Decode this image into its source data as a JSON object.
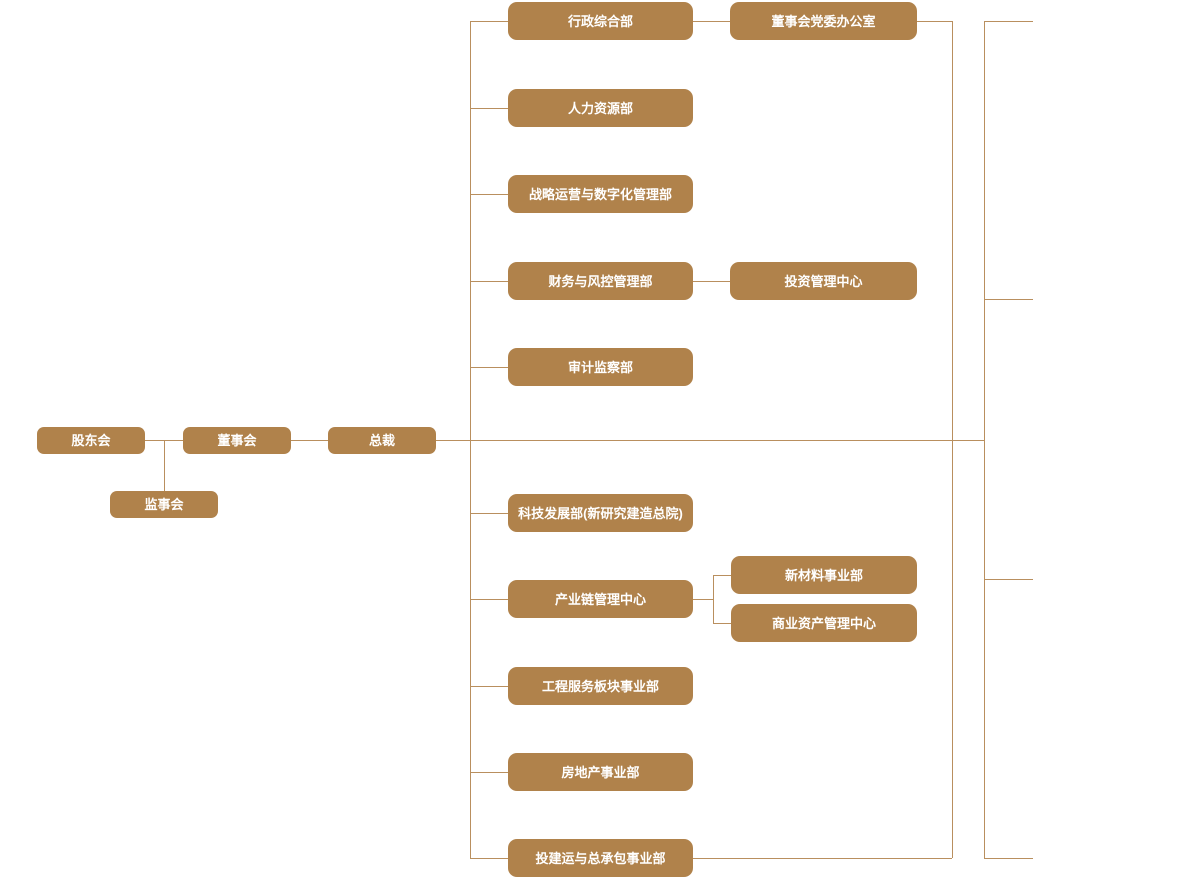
{
  "colors": {
    "box_fill": "#b0824b",
    "line_color": "#b98f5e",
    "text_color": "#ffffff",
    "background": "#ffffff"
  },
  "governance": {
    "shareholders": "股东会",
    "supervisory_board": "监事会",
    "board_of_directors": "董事会",
    "president": "总裁"
  },
  "departments": [
    {
      "label": "行政综合部"
    },
    {
      "label": "人力资源部"
    },
    {
      "label": "战略运营与数字化管理部"
    },
    {
      "label": "财务与风控管理部"
    },
    {
      "label": "审计监察部"
    },
    {
      "label": "科技发展部(新研究建造总院)"
    },
    {
      "label": "产业链管理中心"
    },
    {
      "label": "工程服务板块事业部"
    },
    {
      "label": "房地产事业部"
    },
    {
      "label": "投建运与总承包事业部"
    }
  ],
  "sub_units": [
    {
      "label": "董事会党委办公室",
      "parent": "行政综合部"
    },
    {
      "label": "投资管理中心",
      "parent": "财务与风控管理部"
    },
    {
      "label": "新材料事业部",
      "parent": "产业链管理中心"
    },
    {
      "label": "商业资产管理中心",
      "parent": "产业链管理中心"
    }
  ]
}
